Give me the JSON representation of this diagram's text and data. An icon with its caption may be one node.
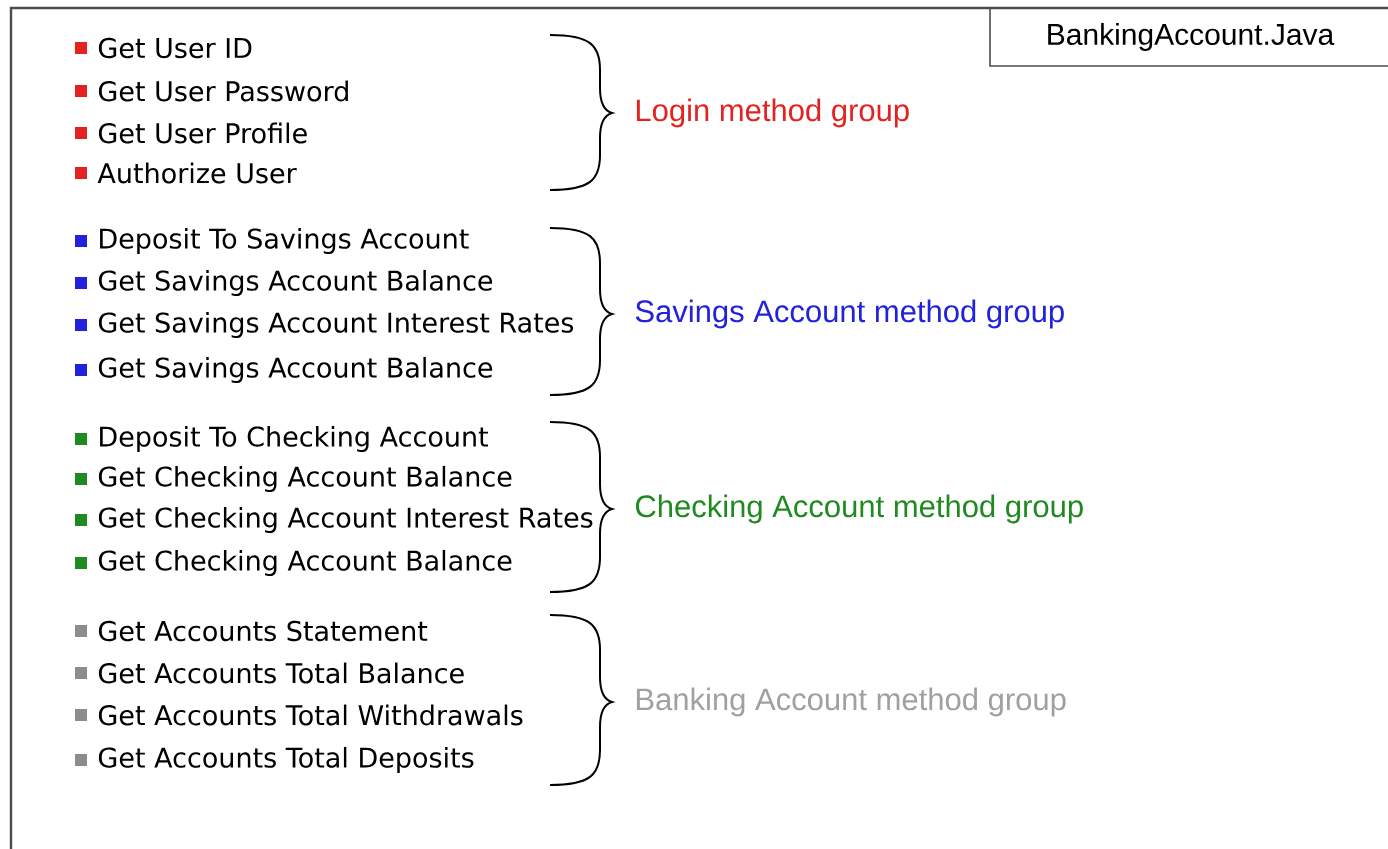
{
  "diagram": {
    "nodes": [
      {
        "text": [
          "BankingAccount.Java"
        ]
      }
    ],
    "labels": [
      "Get User ID",
      "Get User Password",
      "Get User Profile",
      "Authorize User",
      "Login method group",
      "Deposit To Savings Account",
      "Get Savings Account Balance",
      "Get Savings Account Interest Rates",
      "Get Savings Account Balance",
      "Savings Account method group",
      "Deposit To Checking Account",
      "Get Checking Account Balance",
      "Get Checking Account Interest Rates",
      "Get Checking Account Balance",
      "Checking Account method group",
      "Get Accounts Statement",
      "Get Accounts Total Balance",
      "Get Accounts Total Withdrawals",
      "Get Accounts Total Deposits",
      "Banking Account method group"
    ]
  }
}
